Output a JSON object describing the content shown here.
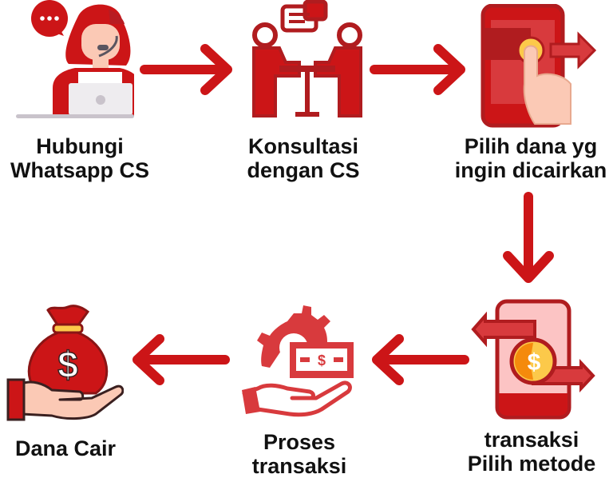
{
  "colors": {
    "primary_red": "#cc1517",
    "dark_red": "#b01c1f",
    "skin": "#fbc9b5",
    "coin": "#fcc94a"
  },
  "steps": [
    {
      "line1": "Hubungi",
      "line2": "Whatsapp CS",
      "icon": "customer-service-agent-icon"
    },
    {
      "line1": "Konsultasi",
      "line2": "dengan CS",
      "icon": "consultation-meeting-icon"
    },
    {
      "line1": "Pilih dana yg",
      "line2": "ingin dicairkan",
      "icon": "phone-tap-select-icon"
    },
    {
      "line1": "transaksi",
      "line2": "Pilih metode",
      "icon": "phone-money-transfer-icon"
    },
    {
      "line1": "Proses",
      "line2": "transaksi",
      "icon": "process-payment-icon"
    },
    {
      "line1": "Dana Cair",
      "icon": "money-bag-hand-icon"
    }
  ]
}
